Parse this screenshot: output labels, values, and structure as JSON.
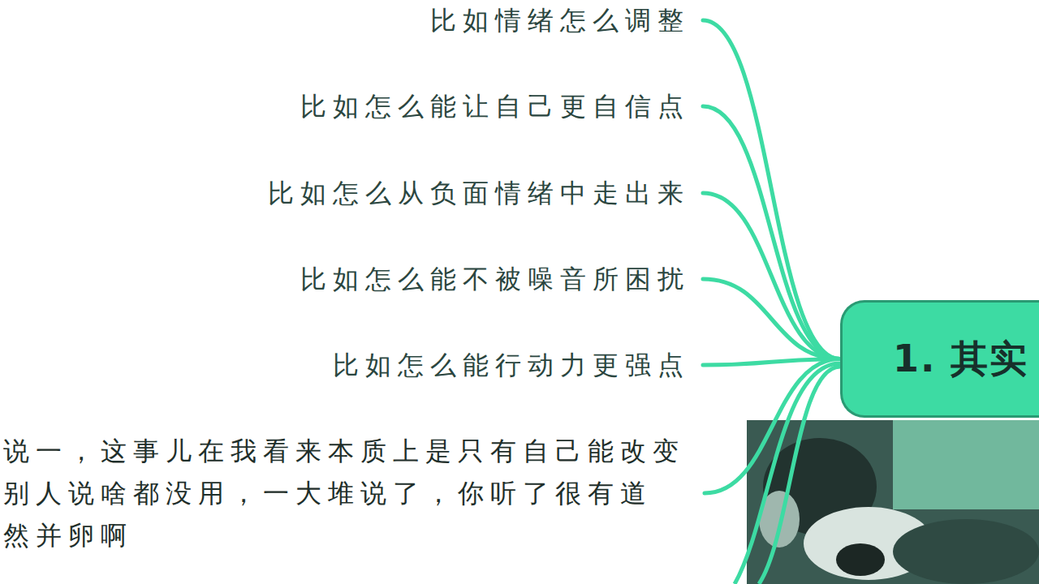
{
  "diagram": {
    "nodes": [
      {
        "text": [
          "1. 其实"
        ]
      },
      {
        "text": [
          "比如情绪怎么调整"
        ]
      },
      {
        "text": [
          "比如怎么能让自己更自信点"
        ]
      },
      {
        "text": [
          "比如怎么从负面情绪中走出来"
        ]
      },
      {
        "text": [
          "比如怎么能不被噪音所困扰"
        ]
      },
      {
        "text": [
          "比如怎么能行动力更强点"
        ]
      },
      {
        "text": [
          "说一，这事儿在我看来本质上是只有自己能改变 别人说啥都没用，一大堆说了，你听了很有道 然并卵啊"
        ]
      }
    ],
    "edges": [
      {
        "from": 0,
        "to": 1,
        "arrow": "none"
      },
      {
        "from": 0,
        "to": 2,
        "arrow": "none"
      },
      {
        "from": 0,
        "to": 3,
        "arrow": "none"
      },
      {
        "from": 0,
        "to": 4,
        "arrow": "none"
      },
      {
        "from": 0,
        "to": 5,
        "arrow": "none"
      },
      {
        "from": 0,
        "to": 6,
        "arrow": "none"
      }
    ]
  }
}
